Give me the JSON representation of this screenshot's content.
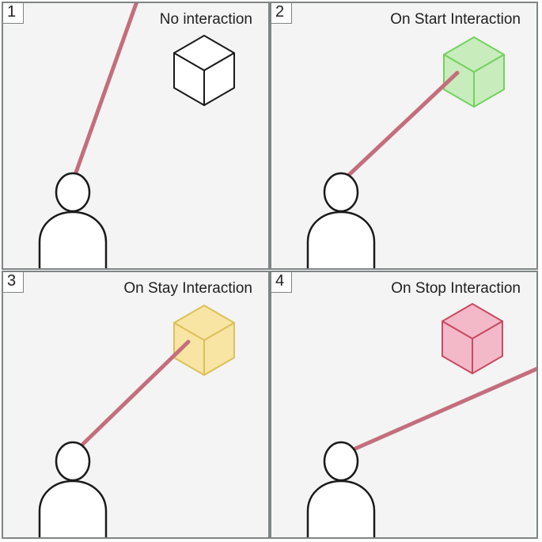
{
  "panels": [
    {
      "number": "1",
      "title": "No interaction",
      "cube_state": "idle",
      "cube_fill": "#ffffff",
      "cube_stroke": "#1a1a1a"
    },
    {
      "number": "2",
      "title": "On Start Interaction",
      "cube_state": "start",
      "cube_fill": "#c9ecbd",
      "cube_stroke": "#74d160"
    },
    {
      "number": "3",
      "title": "On Stay Interaction",
      "cube_state": "stay",
      "cube_fill": "#f8e4a3",
      "cube_stroke": "#dcc05a"
    },
    {
      "number": "4",
      "title": "On Stop Interaction",
      "cube_state": "stop",
      "cube_fill": "#f3b9c8",
      "cube_stroke": "#c94a63"
    }
  ],
  "colors": {
    "ray": "#c46e7d",
    "panel_background": "#f3f4f3",
    "panel_border": "#7f8484",
    "person_stroke": "#1a1a1a",
    "person_fill": "#ffffff"
  },
  "icons": {
    "person": "person-icon",
    "cube": "cube-icon",
    "ray": "pointer-ray"
  }
}
